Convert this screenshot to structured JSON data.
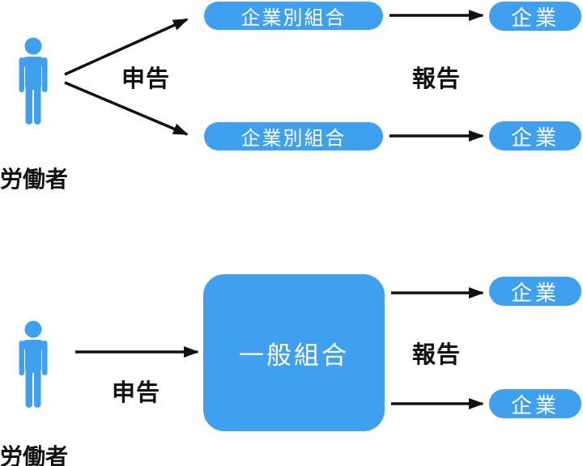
{
  "colors": {
    "node_blue": "#3fa0f0",
    "node_text": "#ffffff",
    "label_text": "#111111",
    "arrow": "#111111",
    "background": "#ffffff"
  },
  "icons": {
    "person": "person-icon"
  },
  "top_section": {
    "actor_label": "労働者",
    "claim_label": "申告",
    "report_label": "報告",
    "unions": [
      {
        "label": "企業別組合"
      },
      {
        "label": "企業別組合"
      }
    ],
    "companies": [
      {
        "label": "企業"
      },
      {
        "label": "企業"
      }
    ]
  },
  "bottom_section": {
    "actor_label": "労働者",
    "claim_label": "申告",
    "report_label": "報告",
    "union_label": "一般組合",
    "companies": [
      {
        "label": "企業"
      },
      {
        "label": "企業"
      }
    ]
  }
}
